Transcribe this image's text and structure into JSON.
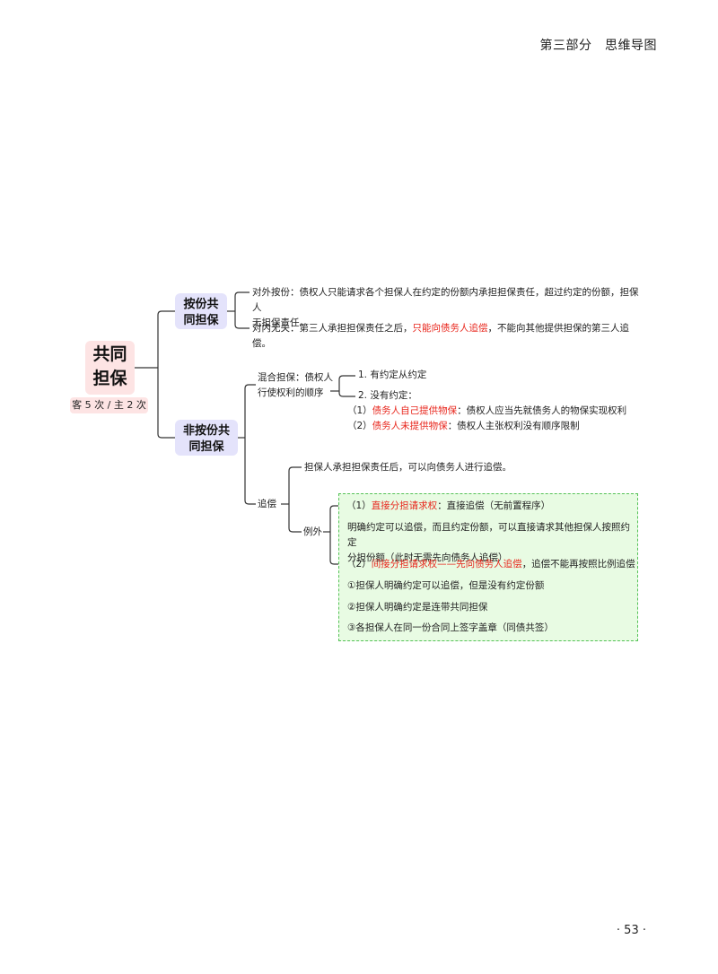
{
  "header": {
    "title": "第三部分　思维导图"
  },
  "page": {
    "number": "· 53 ·"
  },
  "mindmap": {
    "root": {
      "label_line1": "共同",
      "label_line2": "担保",
      "exam_freq": "客 5 次 / 主 2 次"
    },
    "branch1": {
      "label_line1": "按份共",
      "label_line2": "同担保",
      "external": {
        "line1": "对外按份：债权人只能请求各个担保人在约定的份额内承担担保责任，超过约定的份额，担保人",
        "line2": "无担保责任。"
      },
      "internal": {
        "prefix": "对内无关：第三人承担担保责任之后，",
        "highlight": "只能向债务人追偿",
        "suffix": "，不能向其他提供担保的第三人追偿。"
      }
    },
    "branch2": {
      "label_line1": "非按份共",
      "label_line2": "同担保",
      "mixed": {
        "label_line1": "混合担保：债权人",
        "label_line2": "行使权利的顺序",
        "agreed": "1. 有约定从约定",
        "not_agreed": "2. 没有约定：",
        "case1_prefix": "（1）",
        "case1_highlight": "债务人自己提供物保",
        "case1_suffix": "：债权人应当先就债务人的物保实现权利",
        "case2_prefix": "（2）",
        "case2_highlight": "债务人未提供物保",
        "case2_suffix": "：债权人主张权利没有顺序限制"
      },
      "recourse": {
        "label": "追偿",
        "main": "担保人承担担保责任后，可以向债务人进行追偿。",
        "exception_label": "例外",
        "exceptions": {
          "e1_prefix": "（1）",
          "e1_highlight": "直接分担请求权",
          "e1_suffix": "：直接追偿（无前置程序）",
          "e1_desc_line1": "明确约定可以追偿，而且约定份额，可以直接请求其他担保人按照约定",
          "e1_desc_line2": "分担份额（此时无需先向债务人追偿）",
          "e2_prefix": "（2）",
          "e2_highlight": "间接分担请求权——先向债务人追偿",
          "e2_suffix": "，追偿不能再按照比例追偿",
          "c1": "①担保人明确约定可以追偿，但是没有约定份额",
          "c2": "②担保人明确约定是连带共同担保",
          "c3": "③各担保人在同一份合同上签字盖章（同债共签）"
        }
      }
    }
  },
  "colors": {
    "root_bg": "#fde4e4",
    "branch_bg": "#e4e3fb",
    "highlight": "#e8261c",
    "exception_bg": "#e8fbe3",
    "exception_border": "#55c257"
  }
}
